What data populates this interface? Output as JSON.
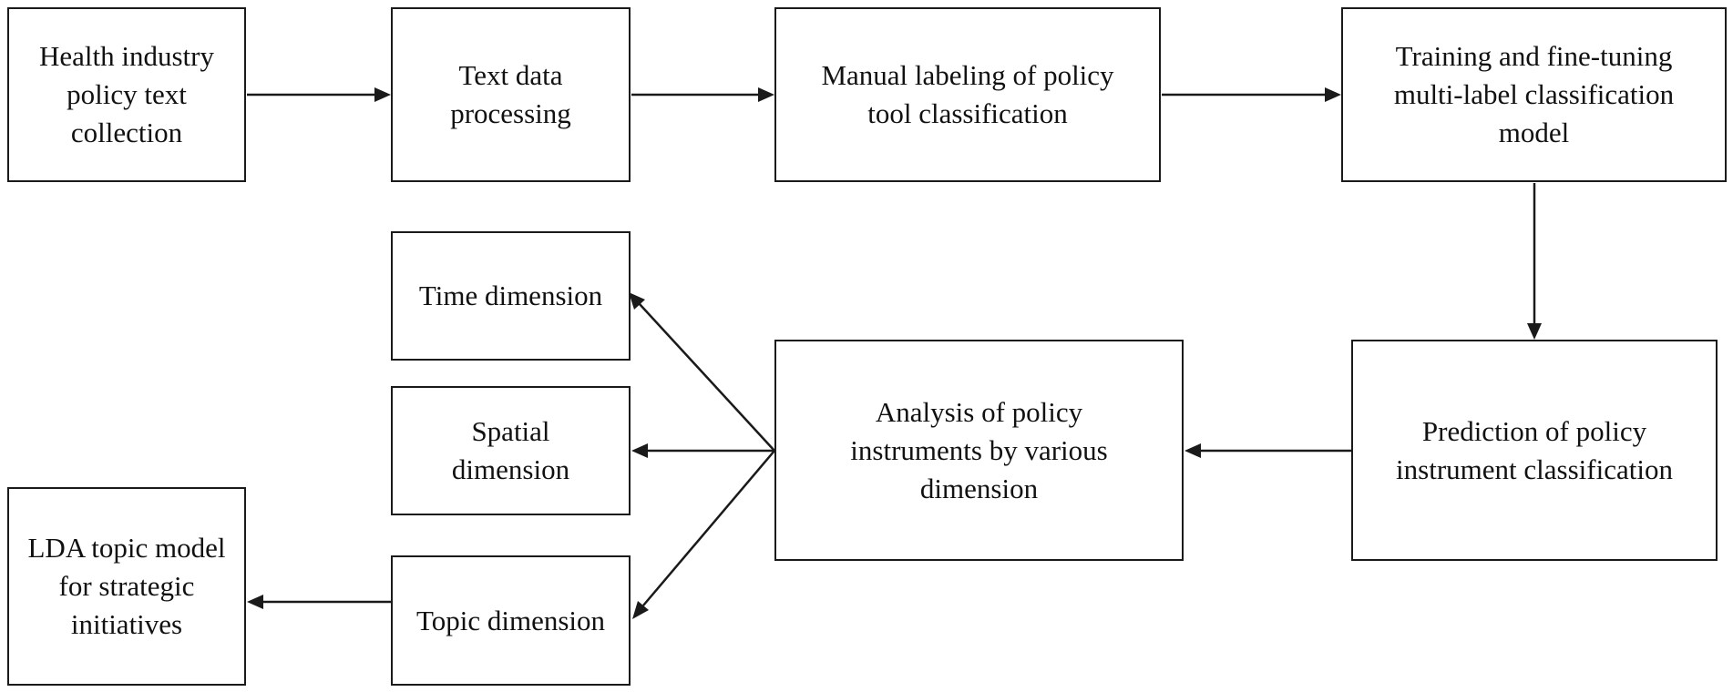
{
  "nodes": {
    "collection": "Health industry\npolicy text\ncollection",
    "processing": "Text data\nprocessing",
    "labeling": "Manual labeling of policy\ntool classification",
    "training": "Training and fine-tuning\nmulti-label classification\nmodel",
    "prediction": "Prediction of policy\ninstrument classification",
    "analysis": "Analysis of policy\ninstruments by various\ndimension",
    "time": "Time dimension",
    "spatial": "Spatial\ndimension",
    "topic": "Topic dimension",
    "lda": "LDA topic model\nfor strategic\ninitiatives"
  },
  "edges": [
    {
      "from": "collection",
      "to": "processing"
    },
    {
      "from": "processing",
      "to": "labeling"
    },
    {
      "from": "labeling",
      "to": "training"
    },
    {
      "from": "training",
      "to": "prediction"
    },
    {
      "from": "prediction",
      "to": "analysis"
    },
    {
      "from": "analysis",
      "to": "time"
    },
    {
      "from": "analysis",
      "to": "spatial"
    },
    {
      "from": "analysis",
      "to": "topic"
    },
    {
      "from": "topic",
      "to": "lda"
    }
  ],
  "colors": {
    "stroke": "#1a1a1a",
    "text": "#111111",
    "background": "#ffffff"
  }
}
